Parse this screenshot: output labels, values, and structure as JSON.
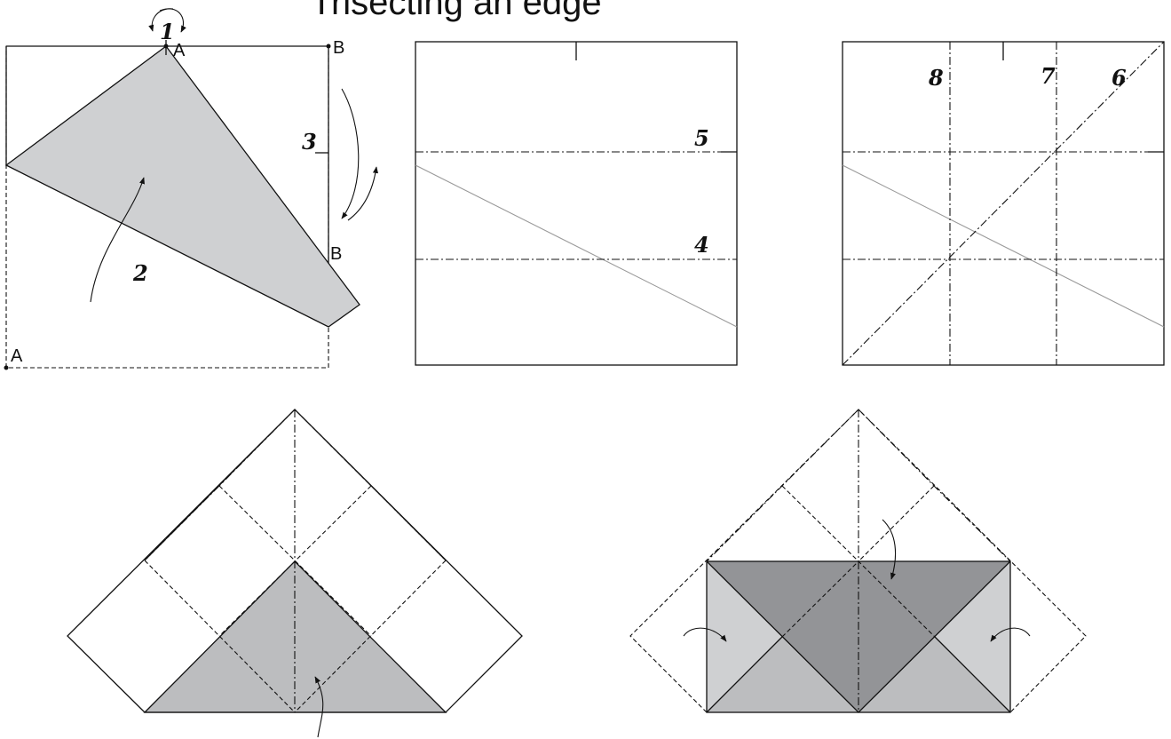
{
  "title": "Trisecting an edge",
  "colors": {
    "light_flap": "#cfd0d2",
    "mid_gray": "#bcbdbf",
    "dark_gray": "#939497",
    "line": "#111111",
    "crease_light": "#9a9a9a"
  },
  "step1": {
    "corner_a_top": "A",
    "corner_b_top": "B",
    "corner_b_side": "B",
    "corner_a_bottom": "A",
    "step_1": "1",
    "step_2": "2",
    "step_3": "3"
  },
  "step2": {
    "step_4": "4",
    "step_5": "5"
  },
  "step3": {
    "step_6": "6",
    "step_7": "7",
    "step_8": "8"
  }
}
